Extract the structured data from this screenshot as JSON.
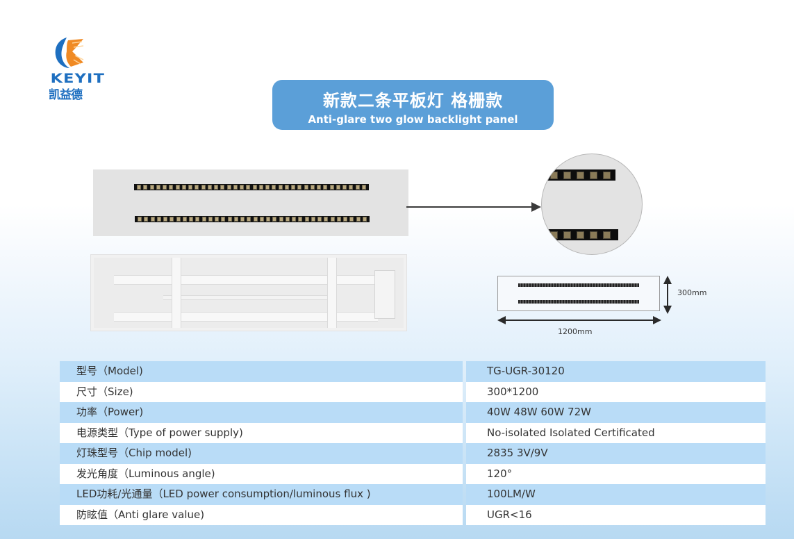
{
  "brand": {
    "logo_icon": "keyit-swirl-logo-icon",
    "name_en": "KEYIT",
    "name_cn": "凯益德",
    "colors": {
      "blue": "#1e6fc0",
      "orange": "#f08a24"
    }
  },
  "header": {
    "title_cn": "新款二条平板灯 格栅款",
    "title_en": "Anti-glare two glow backlight panel",
    "background": "#5b9fd8"
  },
  "illustrations": {
    "front_view": "panel-front-led-strips",
    "detail_zoom": "led-strip-closeup",
    "back_view": "panel-back-frame",
    "dimension_drawing": {
      "height_label": "300mm",
      "width_label": "1200mm"
    }
  },
  "specs": {
    "rows": [
      {
        "label": "型号（Model)",
        "value": "TG-UGR-30120"
      },
      {
        "label": "尺寸（Size)",
        "value": "300*1200"
      },
      {
        "label": "功率（Power)",
        "value": "40W 48W 60W 72W"
      },
      {
        "label": "电源类型（Type of power supply)",
        "value": "No-isolated Isolated Certificated"
      },
      {
        "label": "灯珠型号（Chip model)",
        "value": "2835 3V/9V"
      },
      {
        "label": "发光角度（Luminous angle)",
        "value": "120°"
      },
      {
        "label": "LED功耗/光通量（LED power consumption/luminous flux )",
        "value": "100LM/W"
      },
      {
        "label": "防眩值（Anti glare value)",
        "value": "UGR<16"
      }
    ],
    "row_colors": {
      "odd": "#b9dcf7",
      "even": "#ffffff"
    }
  }
}
